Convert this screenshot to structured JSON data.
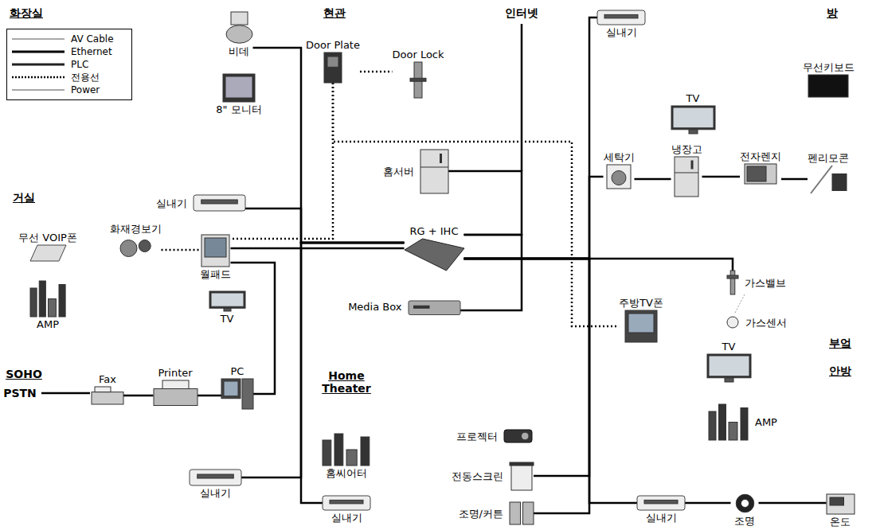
{
  "diagram": {
    "nodes": [
      {
        "text": [
          "비데"
        ]
      },
      {
        "text": [
          "8\" 모니터"
        ]
      },
      {
        "text": [
          "Door Plate"
        ]
      },
      {
        "text": [
          "Door Lock"
        ]
      },
      {
        "text": [
          "홈서버"
        ]
      },
      {
        "text": [
          "RG + IHC"
        ]
      },
      {
        "text": [
          "Media Box"
        ]
      },
      {
        "text": [
          "실내기"
        ]
      },
      {
        "text": [
          "무선키보드"
        ]
      },
      {
        "text": [
          "TV"
        ]
      },
      {
        "text": [
          "펜리모콘"
        ]
      },
      {
        "text": [
          "세탁기"
        ]
      },
      {
        "text": [
          "냉장고"
        ]
      },
      {
        "text": [
          "전자렌지"
        ]
      },
      {
        "text": [
          "가스밸브"
        ]
      },
      {
        "text": [
          "가스센서"
        ]
      },
      {
        "text": [
          "주방TV폰"
        ]
      },
      {
        "text": [
          "실내기"
        ]
      },
      {
        "text": [
          "무선 VOIP폰"
        ]
      },
      {
        "text": [
          "화재경보기"
        ]
      },
      {
        "text": [
          "월패드"
        ]
      },
      {
        "text": [
          "TV"
        ]
      },
      {
        "text": [
          "AMP"
        ]
      },
      {
        "text": [
          "Fax"
        ]
      },
      {
        "text": [
          "Printer"
        ]
      },
      {
        "text": [
          "PC"
        ]
      },
      {
        "text": [
          "실내기"
        ]
      },
      {
        "text": [
          "홈씨어터"
        ]
      },
      {
        "text": [
          "실내기"
        ]
      },
      {
        "text": [
          "프로젝터"
        ]
      },
      {
        "text": [
          "전동스크린"
        ]
      },
      {
        "text": [
          "조명/커튼"
        ]
      },
      {
        "text": [
          "실내기"
        ]
      },
      {
        "text": [
          "조명"
        ]
      },
      {
        "text": [
          "온도"
        ]
      },
      {
        "text": [
          "TV"
        ]
      },
      {
        "text": [
          "AMP"
        ]
      }
    ],
    "edges": [
      {
        "from": 0,
        "to": 5,
        "arrow": "none"
      },
      {
        "from": 17,
        "to": 5,
        "arrow": "none"
      },
      {
        "from": 26,
        "to": 5,
        "arrow": "none"
      },
      {
        "from": 28,
        "to": 5,
        "arrow": "none"
      },
      {
        "from": 20,
        "to": 5,
        "arrow": "none"
      },
      {
        "from": 25,
        "to": 20,
        "arrow": "none"
      },
      {
        "from": 23,
        "to": 24,
        "arrow": "none"
      },
      {
        "from": 24,
        "to": 25,
        "arrow": "none"
      },
      {
        "from": 2,
        "to": 3,
        "arrow": "none"
      },
      {
        "from": 2,
        "to": 20,
        "arrow": "none"
      },
      {
        "from": 2,
        "to": 16,
        "arrow": "none"
      },
      {
        "from": 19,
        "to": 20,
        "arrow": "none"
      },
      {
        "from": 4,
        "to": 5,
        "arrow": "none"
      },
      {
        "from": 6,
        "to": 5,
        "arrow": "none"
      },
      {
        "from": 5,
        "to": 7,
        "arrow": "none"
      },
      {
        "from": 5,
        "to": 11,
        "arrow": "none"
      },
      {
        "from": 11,
        "to": 12,
        "arrow": "none"
      },
      {
        "from": 12,
        "to": 13,
        "arrow": "none"
      },
      {
        "from": 13,
        "to": 10,
        "arrow": "none"
      },
      {
        "from": 5,
        "to": 14,
        "arrow": "none"
      },
      {
        "from": 5,
        "to": 30,
        "arrow": "none"
      },
      {
        "from": 5,
        "to": 31,
        "arrow": "none"
      },
      {
        "from": 5,
        "to": 32,
        "arrow": "none"
      },
      {
        "from": 32,
        "to": 33,
        "arrow": "none"
      },
      {
        "from": 33,
        "to": 34,
        "arrow": "none"
      }
    ],
    "labels": [
      "화장실",
      "현관",
      "인터넷",
      "방",
      "거실",
      "SOHO",
      "PSTN",
      "Home Theater",
      "부엌",
      "안방"
    ],
    "legend": [
      {
        "text": "AV Cable"
      },
      {
        "text": "Ethernet"
      },
      {
        "text": "PLC"
      },
      {
        "text": "전용선"
      },
      {
        "text": "Power"
      }
    ]
  }
}
